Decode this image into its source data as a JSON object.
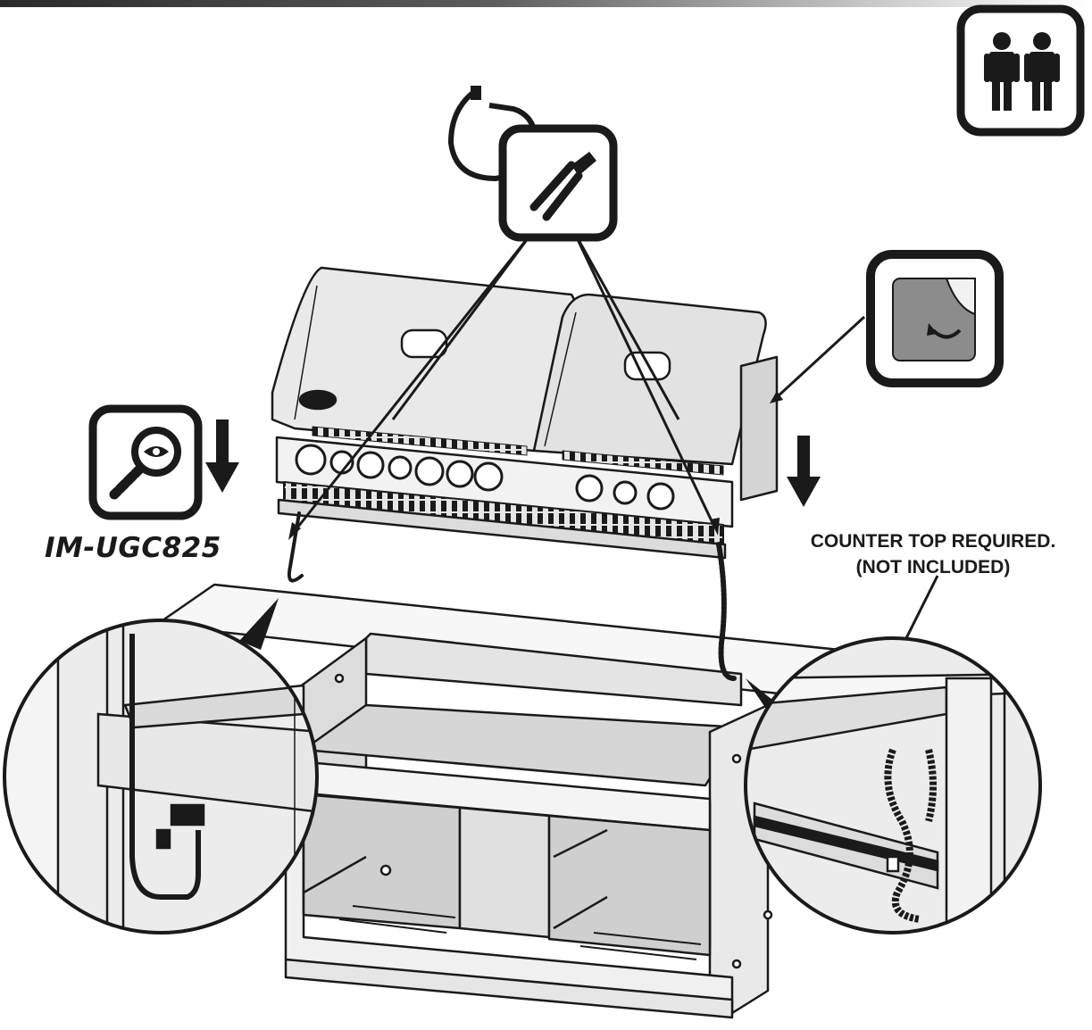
{
  "diagram": {
    "model_code": "IM-UGC825",
    "counter_note_line1": "COUNTER TOP REQUIRED.",
    "counter_note_line2": "(NOT INCLUDED)",
    "icons": [
      "two-person-icon",
      "pliers-icon",
      "peel-backing-icon",
      "inspect-manual-icon"
    ],
    "colors": {
      "ink": "#1a1a1a",
      "steel": "#d9d9d9",
      "steel_dark": "#9a9a9a",
      "sticker": "#8c8c8c"
    }
  }
}
